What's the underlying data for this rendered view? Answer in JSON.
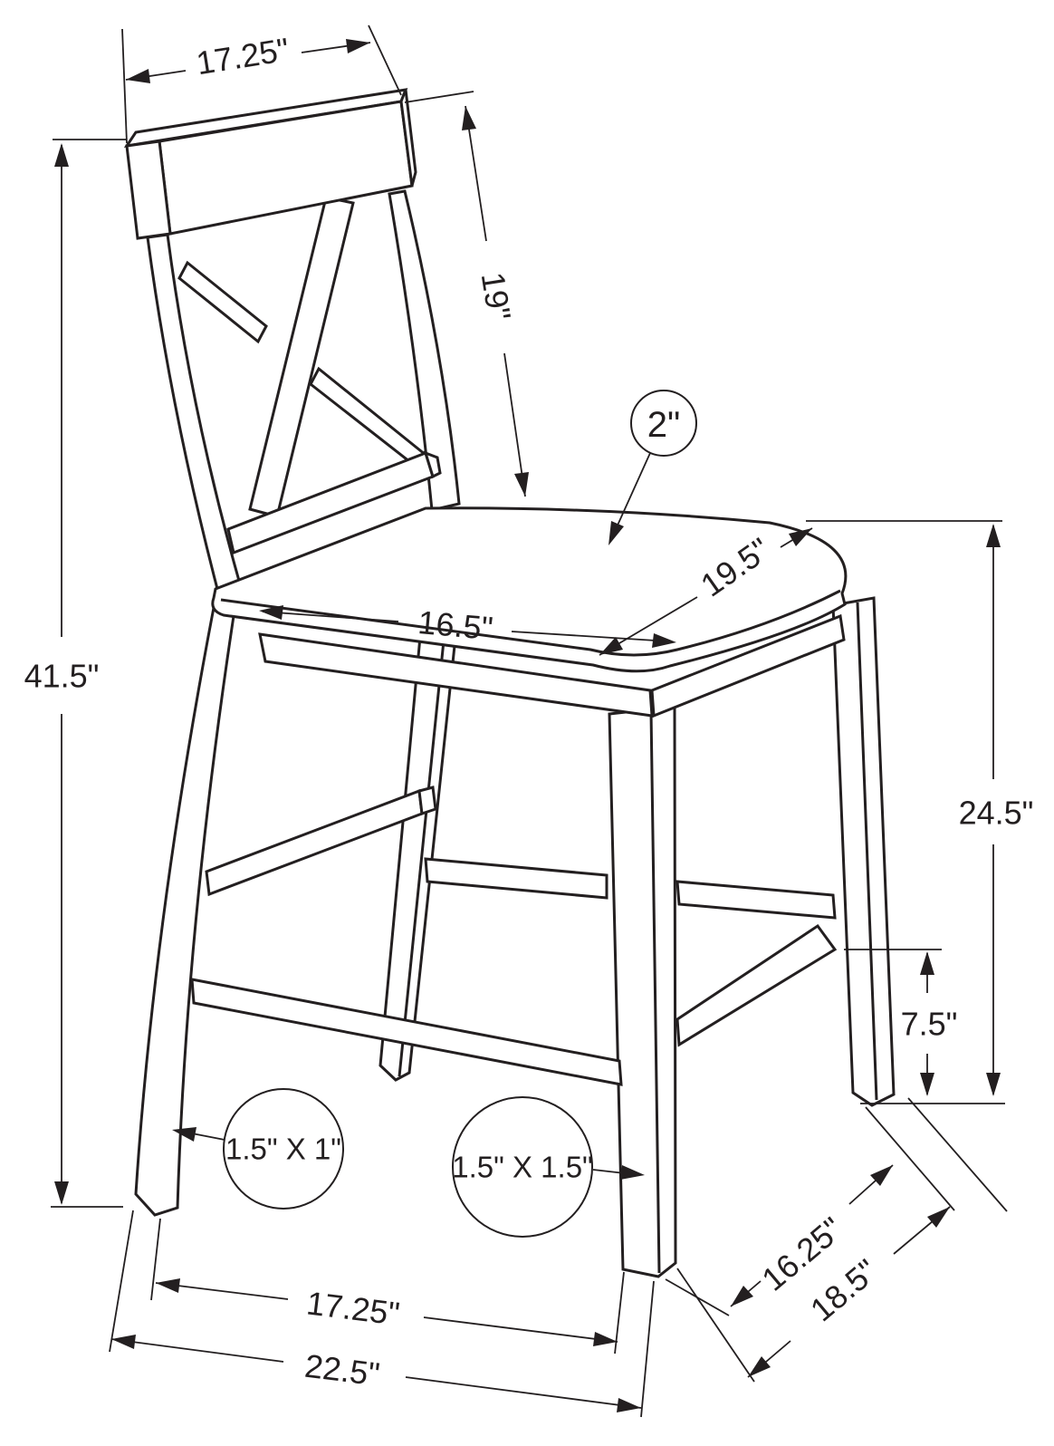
{
  "diagram": {
    "type": "furniture-dimension-drawing",
    "subject": "counter-height stool with X-back",
    "colors": {
      "line": "#231f20",
      "background": "#ffffff"
    },
    "dims": {
      "top_rail_width": "17.25\"",
      "back_height": "19\"",
      "seat_thickness": "2\"",
      "seat_depth": "19.5\"",
      "seat_front_width": "16.5\"",
      "overall_height": "41.5\"",
      "seat_height": "24.5\"",
      "stretcher_height": "7.5\"",
      "back_leg_section": "1.5\" X 1\"",
      "front_leg_section": "1.5\" X 1.5\"",
      "side_spread_inner": "16.25\"",
      "side_spread_outer": "18.5\"",
      "front_spread_inner": "17.25\"",
      "front_spread_outer": "22.5\""
    }
  }
}
